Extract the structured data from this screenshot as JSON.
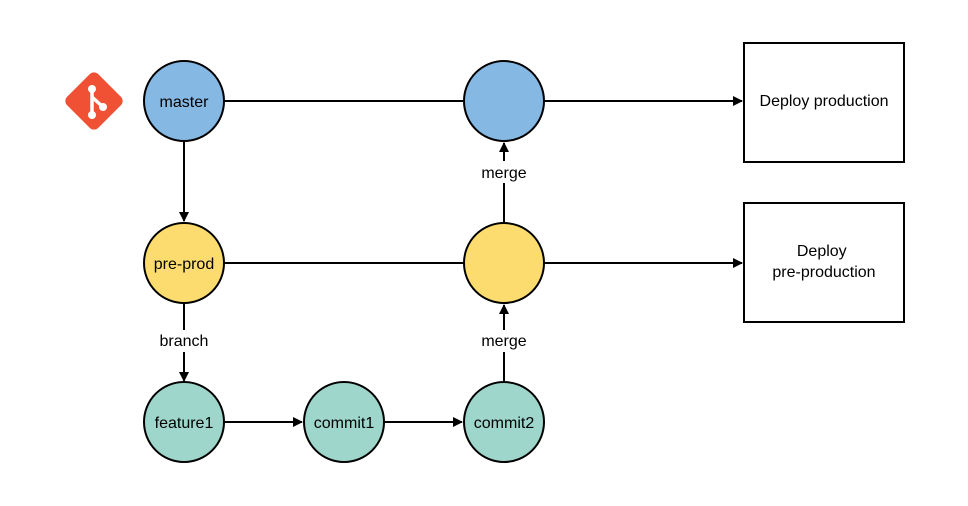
{
  "colors": {
    "master": "#85b8e3",
    "preprod": "#fddc6f",
    "feature": "#9ed6cb",
    "git_logo": "#f05033"
  },
  "icons": {
    "logo": "git-logo-icon"
  },
  "nodes": {
    "master": "master",
    "master_merge": "",
    "preprod": "pre-prod",
    "preprod_merge": "",
    "feature1": "feature1",
    "commit1": "commit1",
    "commit2": "commit2"
  },
  "labels": {
    "branch": "branch",
    "merge_top": "merge",
    "merge_bottom": "merge"
  },
  "boxes": {
    "deploy_production": [
      "Deploy production"
    ],
    "deploy_preprod": [
      "Deploy",
      "pre-production"
    ]
  }
}
